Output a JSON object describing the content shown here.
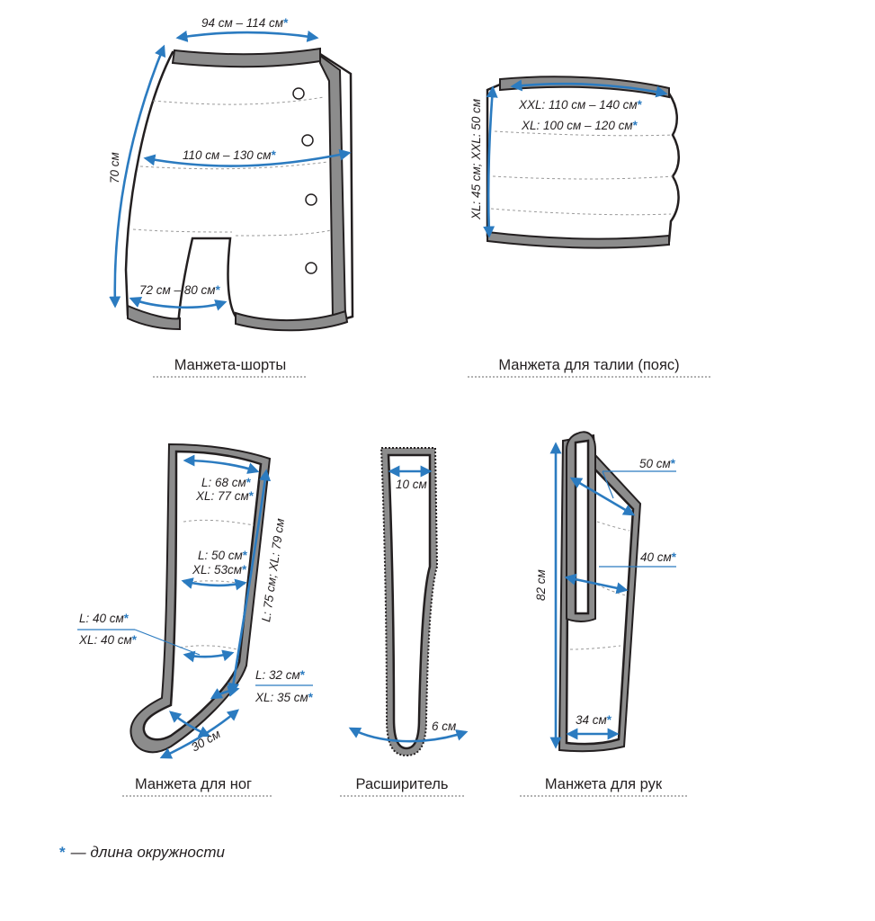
{
  "shorts": {
    "caption": "Манжета-шорты",
    "waist_dim": "94 см  –  114 см",
    "hip_dim": "110 см   –   130 см",
    "length_dim": "70 см",
    "leg_dim": "72 см  – 80 см",
    "asterisk": "*"
  },
  "belt": {
    "caption": "Манжета для талии (пояс)",
    "xxl_dim": "XXL: 110 см – 140 см",
    "xl_dim": "XL: 100 см – 120 см",
    "height_dim": "XL: 45 см; XXL: 50 см",
    "asterisk": "*"
  },
  "leg": {
    "caption": "Манжета для ног",
    "top_l": "L: 68 см",
    "top_xl": "XL: 77 см",
    "knee_l": "L: 50 см",
    "knee_xl": "XL: 53см",
    "calf_l": "L: 40 см",
    "calf_xl": "XL: 40 см",
    "ankle_l": "L: 32 см",
    "ankle_xl": "XL: 35 см",
    "length_dim": "L: 75 см; XL: 79 см",
    "foot_dim": "30 см",
    "asterisk": "*"
  },
  "expander": {
    "caption": "Расширитель",
    "width_dim": "10 см",
    "bottom_dim": "6 см"
  },
  "arm": {
    "caption": "Манжета для рук",
    "top_dim": "50 см",
    "mid_dim": "40 см",
    "length_dim": "82 см",
    "bottom_dim": "34 см",
    "asterisk": "*"
  },
  "footnote": {
    "asterisk": "*",
    "text": "— длина окружности"
  },
  "colors": {
    "dimension_blue": "#2b7bc0",
    "outline": "#231f20",
    "band_gray": "#8c8c8c"
  }
}
